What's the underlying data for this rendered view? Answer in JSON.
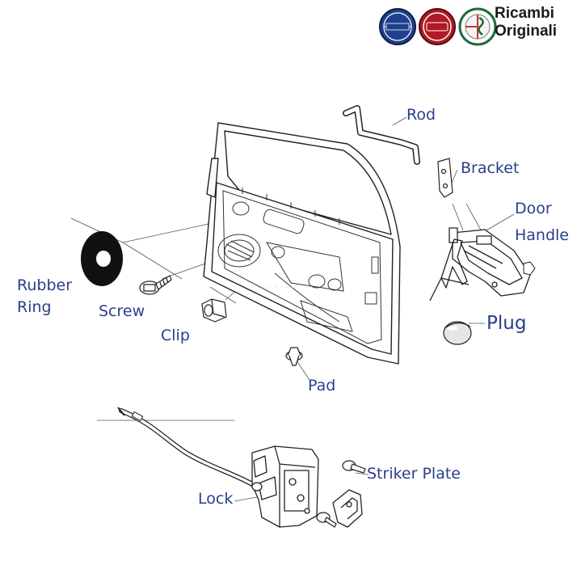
{
  "brand": {
    "line1": "Ricambi",
    "line2": "Originali",
    "logos": [
      {
        "name": "lancia-logo",
        "color": "#1f3f8f"
      },
      {
        "name": "fiat-logo",
        "color": "#b01a24"
      },
      {
        "name": "alfa-romeo-logo",
        "color": "#1c6b3a"
      }
    ]
  },
  "labels": {
    "rod": "Rod",
    "bracket": "Bracket",
    "door_handle_1": "Door",
    "door_handle_2": "Handle",
    "rubber_ring_1": "Rubber",
    "rubber_ring_2": "Ring",
    "screw": "Screw",
    "clip": "Clip",
    "plug": "Plug",
    "pad": "Pad",
    "lock": "Lock",
    "striker_plate": "Striker Plate"
  },
  "colors": {
    "label": "#2b3e8c",
    "line": "#555555",
    "part": "#222222"
  }
}
